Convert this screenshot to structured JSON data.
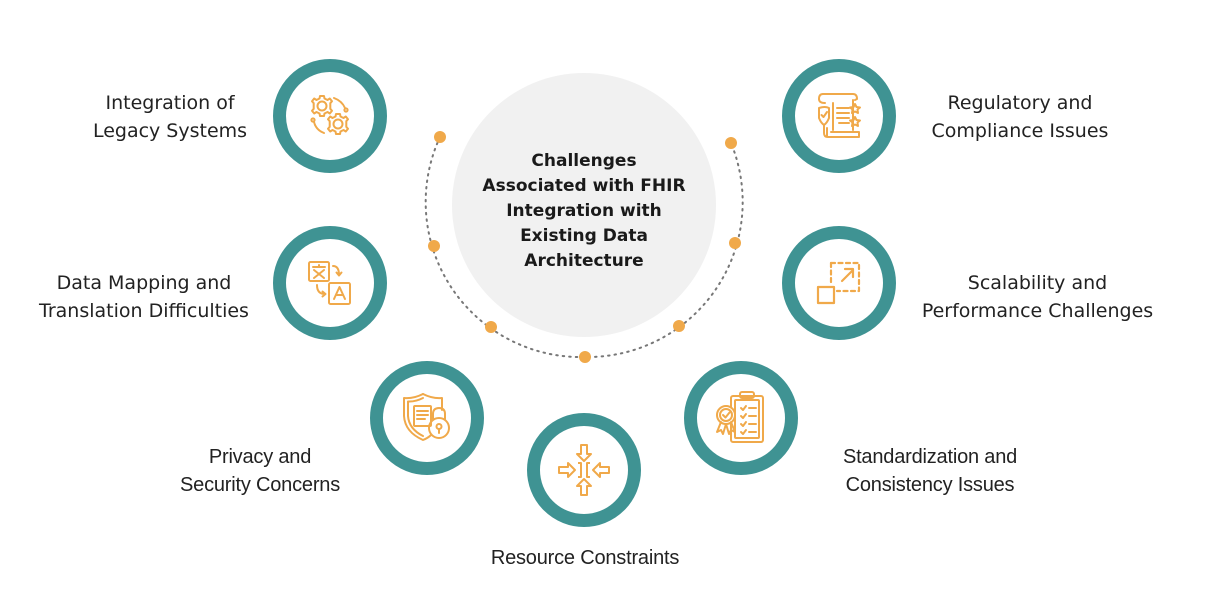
{
  "center": {
    "title_lines": [
      "Challenges",
      "Associated with FHIR",
      "Integration with",
      "Existing Data",
      "Architecture"
    ]
  },
  "colors": {
    "ring": "#3f9393",
    "accent": "#f0a94a",
    "center_bg": "#f1f1f1",
    "text": "#222222"
  },
  "items": [
    {
      "id": "legacy",
      "icon": "gears-icon",
      "lines": [
        "Integration of",
        "Legacy Systems"
      ]
    },
    {
      "id": "mapping",
      "icon": "translate-icon",
      "lines": [
        "Data Mapping and",
        "Translation Difficulties"
      ]
    },
    {
      "id": "privacy",
      "icon": "shield-lock-icon",
      "lines": [
        "Privacy and",
        "Security Concerns"
      ]
    },
    {
      "id": "resource",
      "icon": "compress-arrows-icon",
      "lines": [
        "Resource Constraints"
      ]
    },
    {
      "id": "standard",
      "icon": "clipboard-badge-icon",
      "lines": [
        "Standardization and",
        "Consistency Issues"
      ]
    },
    {
      "id": "scalability",
      "icon": "scale-up-icon",
      "lines": [
        "Scalability and",
        "Performance Challenges"
      ]
    },
    {
      "id": "regulatory",
      "icon": "compliance-scroll-icon",
      "lines": [
        "Regulatory and",
        "Compliance Issues"
      ]
    }
  ]
}
